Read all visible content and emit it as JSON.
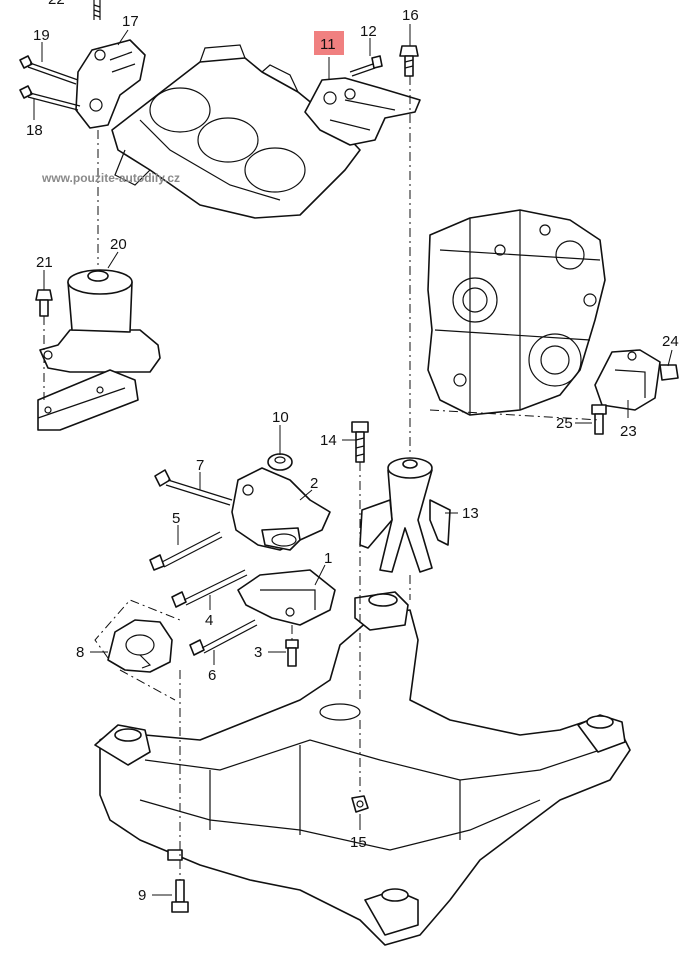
{
  "watermark": "www.pouzite-autodily.cz",
  "highlight_color": "#f08080",
  "callouts": {
    "c1": "1",
    "c2": "2",
    "c3": "3",
    "c4": "4",
    "c5": "5",
    "c6": "6",
    "c7": "7",
    "c8": "8",
    "c9": "9",
    "c10": "10",
    "c11": "11",
    "c12": "12",
    "c13": "13",
    "c14": "14",
    "c15": "15",
    "c16": "16",
    "c17": "17",
    "c18": "18",
    "c19": "19",
    "c20": "20",
    "c21": "21",
    "c22": "22",
    "c23": "23",
    "c24": "24",
    "c25": "25"
  }
}
